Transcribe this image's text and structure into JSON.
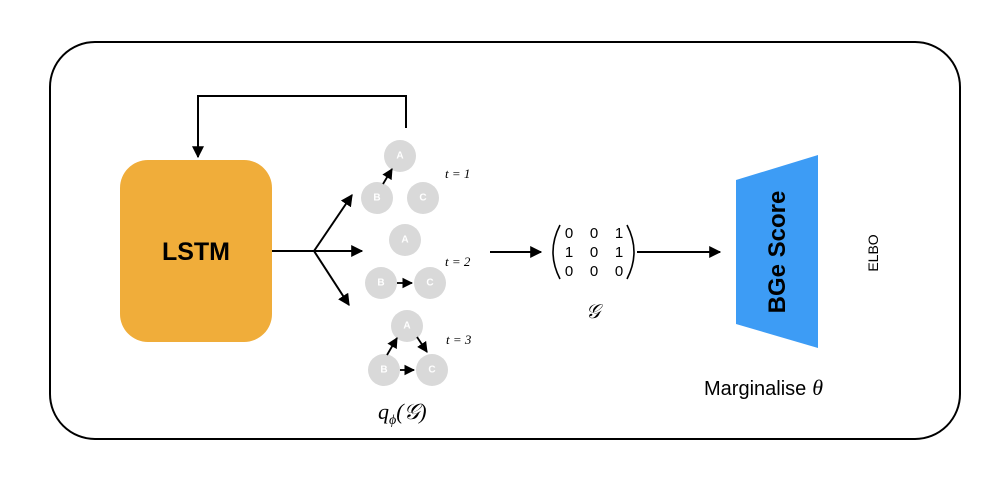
{
  "lstm_label": "LSTM",
  "bge_label": "BGe Score",
  "elbo_label": "ELBO",
  "marginalise_prefix": "Marginalise",
  "marginalise_symbol": "θ",
  "q_label_q": "q",
  "q_label_sub": "ϕ",
  "q_label_arg": "(𝒢)",
  "graph_symbol": "𝒢",
  "node_labels": {
    "a": "A",
    "b": "B",
    "c": "C"
  },
  "time_labels": [
    "t = 1",
    "t = 2",
    "t = 3"
  ],
  "matrix": [
    [
      "0",
      "0",
      "1"
    ],
    [
      "1",
      "0",
      "1"
    ],
    [
      "0",
      "0",
      "0"
    ]
  ],
  "colors": {
    "lstm": "#f0ad3a",
    "bge": "#3d9cf5",
    "node": "#d9d9d9"
  }
}
